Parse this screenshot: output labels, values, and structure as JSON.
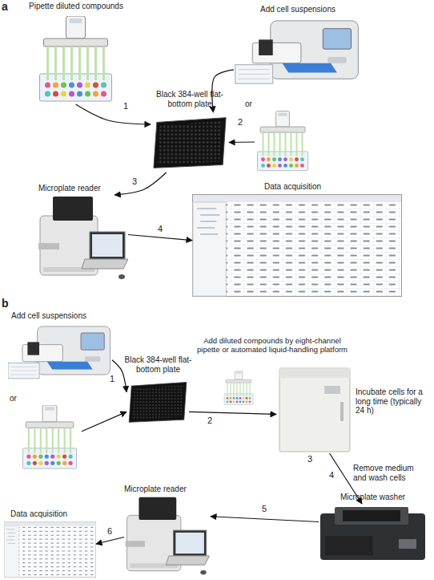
{
  "diagram": {
    "nodes": [
      {
        "text": [
          "Pipette diluted compounds"
        ]
      },
      {
        "text": [
          "Add cell suspensions"
        ]
      },
      {
        "text": [
          "or"
        ]
      },
      {
        "text": [
          "Black 384-well flat-bottom plate"
        ]
      },
      {
        "text": [
          "Microplate reader"
        ]
      },
      {
        "text": [
          "Data acquisition"
        ]
      },
      {
        "text": [
          "Add cell suspensions"
        ]
      },
      {
        "text": [
          "or"
        ]
      },
      {
        "text": [
          "Black 384-well flat-bottom plate"
        ]
      },
      {
        "text": [
          "Add diluted compounds by eight-channel pipette or automated liquid-handling platform"
        ]
      },
      {
        "text": [
          "Incubate cells for a long time (typically 24 h)"
        ]
      },
      {
        "text": [
          "Microplate washer"
        ]
      },
      {
        "text": [
          "Microplate reader"
        ]
      },
      {
        "text": [
          "Data acquisition"
        ]
      }
    ],
    "edges": [
      {
        "from": 0,
        "to": 3,
        "label": "1",
        "arrow": "to"
      },
      {
        "from": 1,
        "to": 3,
        "label": "2",
        "arrow": "to"
      },
      {
        "from": 2,
        "to": 3,
        "arrow": "to"
      },
      {
        "from": 3,
        "to": 4,
        "label": "3",
        "arrow": "to"
      },
      {
        "from": 4,
        "to": 5,
        "label": "4",
        "arrow": "to"
      },
      {
        "from": 6,
        "to": 8,
        "label": "1",
        "arrow": "to"
      },
      {
        "from": 7,
        "to": 8,
        "arrow": "to"
      },
      {
        "from": 8,
        "to": 10,
        "label": "2",
        "arrow": "to"
      },
      {
        "from": 10,
        "to": 11,
        "label": "4",
        "arrow": "to"
      },
      {
        "from": 11,
        "to": 12,
        "label": "5",
        "arrow": "to"
      },
      {
        "from": 12,
        "to": 13,
        "label": "6",
        "arrow": "to"
      }
    ],
    "labels": [
      "a",
      "b",
      "3",
      "Remove medium and wash cells"
    ]
  }
}
